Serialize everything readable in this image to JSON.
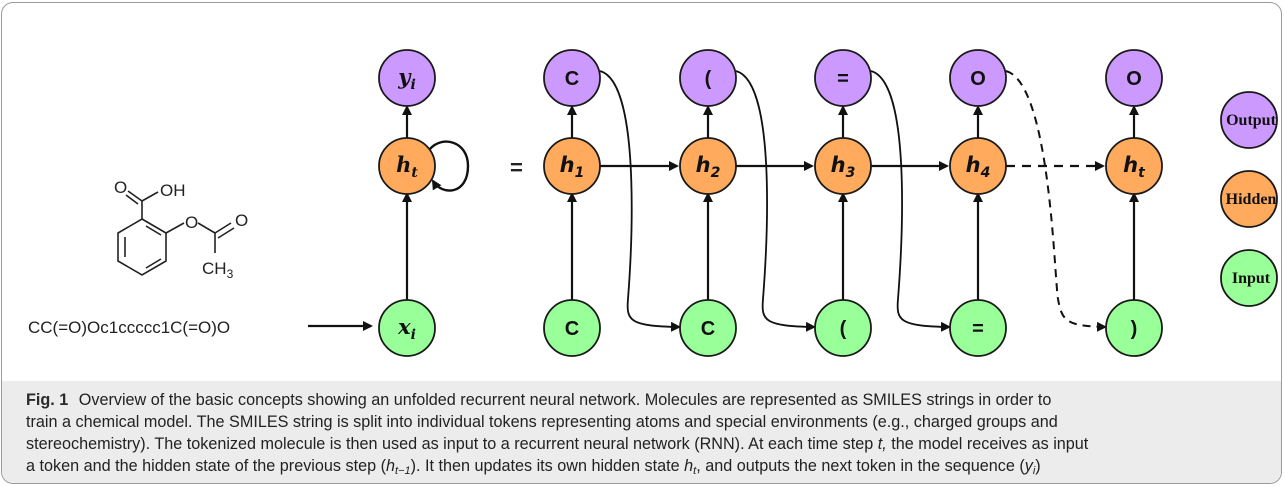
{
  "figure": {
    "smiles_string": "CC(=O)Oc1ccccc1C(=O)O",
    "equals_sign": "=",
    "molecule_labels": {
      "oh": "OH",
      "o_top_left": "O",
      "o_ring": "O",
      "o_right": "O",
      "ch3_main": "CH",
      "ch3_sub": "3"
    },
    "generic_cell": {
      "output": {
        "main": "y",
        "sub": "i"
      },
      "hidden": {
        "main": "h",
        "sub": "t"
      },
      "input": {
        "main": "x",
        "sub": "i"
      }
    },
    "unrolled_outputs": [
      "C",
      "(",
      "=",
      "O",
      "O"
    ],
    "unrolled_hidden": [
      {
        "main": "h",
        "sub": "1"
      },
      {
        "main": "h",
        "sub": "2"
      },
      {
        "main": "h",
        "sub": "3"
      },
      {
        "main": "h",
        "sub": "4"
      },
      {
        "main": "h",
        "sub": "t"
      }
    ],
    "unrolled_inputs": [
      "C",
      "C",
      "(",
      "=",
      ")"
    ],
    "legend": [
      "Output",
      "Hidden",
      "Input"
    ],
    "colors": {
      "output": "#cc99ff",
      "hidden": "#ffaa5c",
      "input": "#99ff99",
      "stroke": "#111111",
      "caption_bg": "#ececec"
    }
  },
  "caption": {
    "label": "Fig. 1",
    "l1": "Overview of the basic concepts showing an unfolded recurrent neural network. Molecules are represented as SMILES strings in order to",
    "l2": "train a chemical model. The SMILES string is split into individual tokens representing atoms and special environments (e.g., charged groups and",
    "l3": "stereochemistry). The tokenized molecule is then used as input to a recurrent neural network (RNN). At each time step",
    "l3_var": "t,",
    "l3_end": "the model receives as input",
    "l4_a": "a token and the hidden state of the previous step (",
    "l4_h": "h",
    "l4_hsub": "t−1",
    "l4_b": "). It then updates its own hidden state",
    "l4_h2": "h",
    "l4_h2sub": "t",
    "l4_c": ", and outputs the next token in the sequence (",
    "l4_y": "y",
    "l4_ysub": "i",
    "l4_d": ")"
  }
}
